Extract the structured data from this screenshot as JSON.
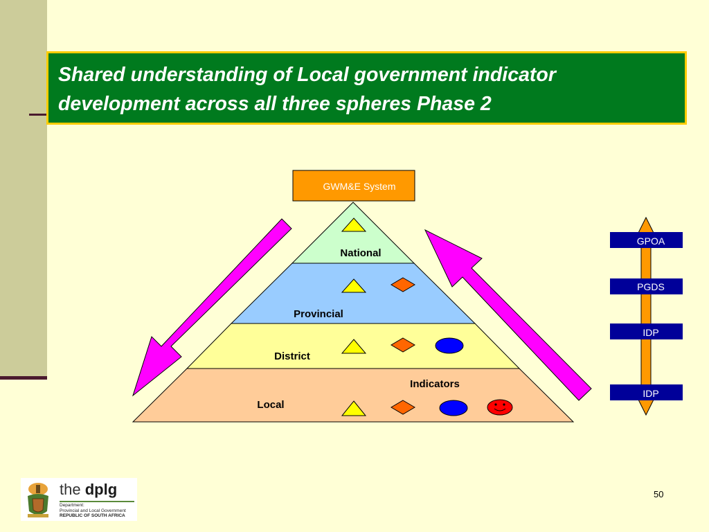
{
  "title": "Shared understanding of  Local government indicator development across all three spheres Phase 2",
  "pyramid": {
    "apex_label": "GWM&E System",
    "levels": [
      "National",
      "Provincial",
      "District",
      "Local"
    ],
    "indicators_label": "Indicators"
  },
  "plans": [
    "GPOA",
    "PGDS",
    "IDP",
    "IDP"
  ],
  "colors": {
    "title_bg": "#007A1E",
    "title_border": "#FFCC00",
    "apex_box": "#FF9900",
    "national": "#CCFFCC",
    "provincial": "#99CCFF",
    "district": "#FFFF99",
    "local": "#FFCC99",
    "arrows": "#FF00FF",
    "plan_boxes": "#000099",
    "plan_arrow": "#FF9900"
  },
  "logo": {
    "brand_prefix": "the",
    "brand_name": "dplg",
    "line1": "Department:",
    "line2": "Provincial and Local Government",
    "line3": "REPUBLIC OF SOUTH AFRICA"
  },
  "page_number": "50"
}
